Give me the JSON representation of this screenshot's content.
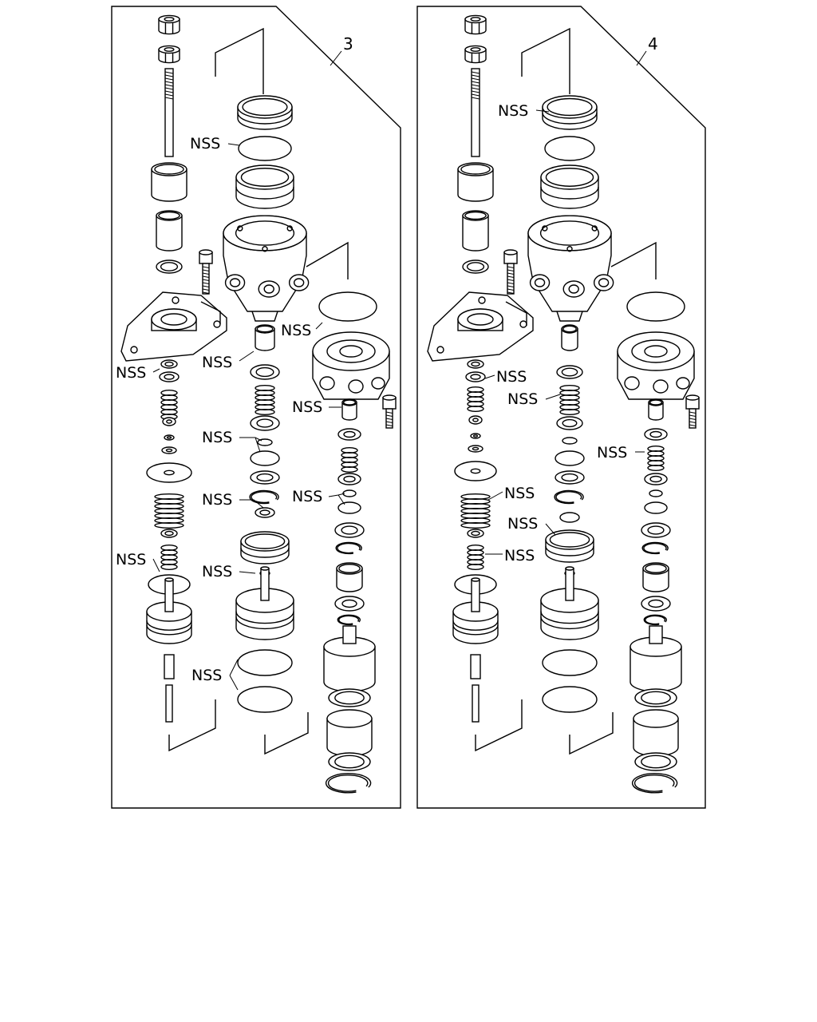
{
  "panels": [
    {
      "callout": "3",
      "nss_labels": [
        "NSS",
        "NSS",
        "NSS",
        "NSS",
        "NSS",
        "NSS",
        "NSS",
        "NSS",
        "NSS",
        "NSS",
        "NSS"
      ]
    },
    {
      "callout": "4",
      "nss_labels": [
        "NSS",
        "NSS",
        "NSS",
        "NSS",
        "NSS",
        "NSS",
        "NSS"
      ]
    }
  ]
}
